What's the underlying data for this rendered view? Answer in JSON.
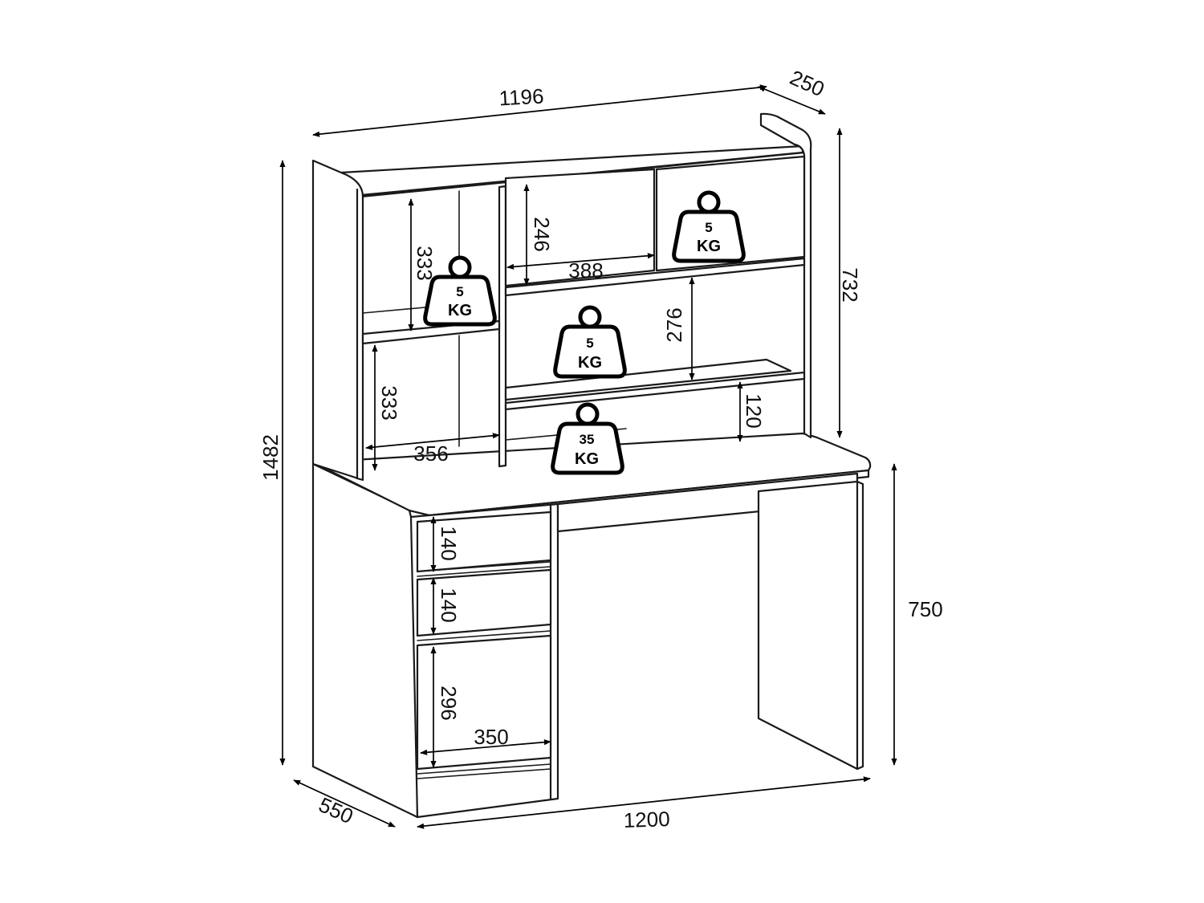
{
  "dimensions": {
    "hutch_width": "1196",
    "hutch_depth": "250",
    "hutch_height": "732",
    "total_height": "1482",
    "desk_height": "750",
    "desk_width": "1200",
    "desk_depth": "550",
    "left_upper_height": "333",
    "left_lower_height": "333",
    "left_width": "356",
    "upper_compartment_height": "246",
    "upper_compartment_width": "388",
    "middle_shelf_height": "276",
    "bottom_clearance": "120",
    "drawer1_height": "140",
    "drawer2_height": "140",
    "drawer3_height": "296",
    "drawer_width": "350"
  },
  "loads": {
    "top_right": {
      "value": "5",
      "unit": "KG"
    },
    "left_upper": {
      "value": "5",
      "unit": "KG"
    },
    "middle_shelf": {
      "value": "5",
      "unit": "KG"
    },
    "desktop": {
      "value": "35",
      "unit": "KG"
    }
  }
}
